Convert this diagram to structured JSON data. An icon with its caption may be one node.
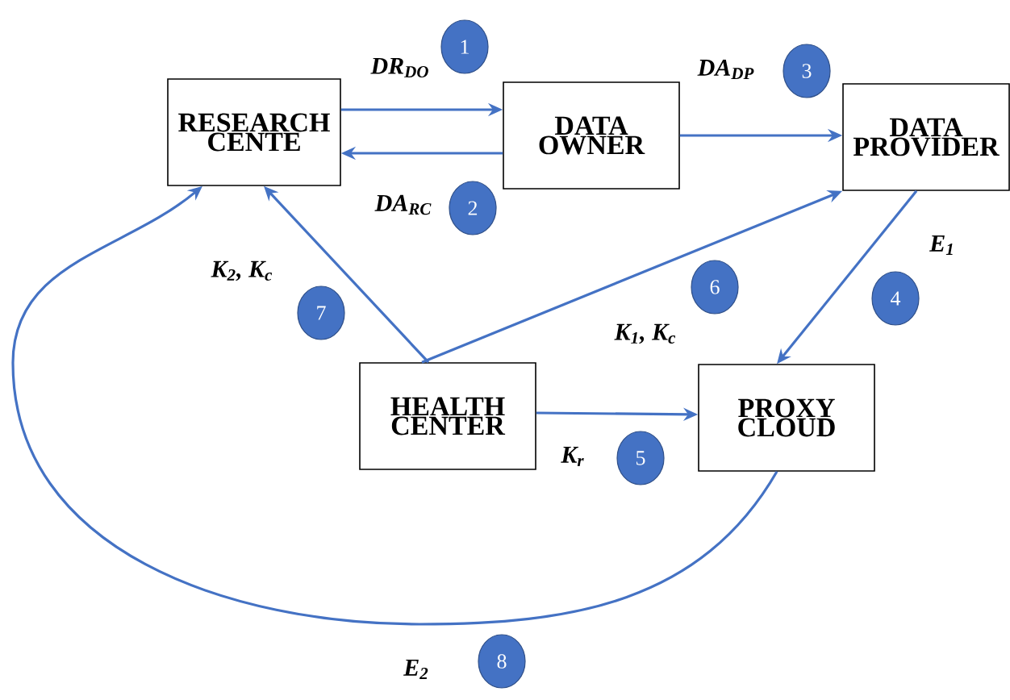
{
  "diagram": {
    "nodes": [
      {
        "text": [
          "RESEARCH CENTE"
        ]
      },
      {
        "text": [
          "DATA OWNER"
        ]
      },
      {
        "text": [
          "DATA PROVIDER"
        ]
      },
      {
        "text": [
          "HEALTH CENTER"
        ]
      },
      {
        "text": [
          "PROXY CLOUD"
        ]
      }
    ],
    "edges": [
      {
        "from": 0,
        "to": 1,
        "arrow": "to",
        "label": "DR$_{DO}$"
      },
      {
        "from": 1,
        "to": 0,
        "arrow": "to",
        "label": "DA$_{RC}$"
      },
      {
        "from": 1,
        "to": 2,
        "arrow": "to",
        "label": "DA$_{DP}$"
      },
      {
        "from": 2,
        "to": 4,
        "arrow": "to",
        "label": "E$_{1}$"
      },
      {
        "from": 3,
        "to": 4,
        "arrow": "to",
        "label": "K$_{r}$"
      },
      {
        "from": 3,
        "to": 2,
        "arrow": "to",
        "label": "K$_{1}$, K$_{c}$"
      },
      {
        "from": 3,
        "to": 0,
        "arrow": "to",
        "label": "K$_{2}$, K$_{c}$"
      },
      {
        "from": 4,
        "to": 0,
        "arrow": "to",
        "label": "E$_{2}$"
      }
    ],
    "labels": [
      "1",
      "2",
      "3",
      "4",
      "5",
      "6",
      "7",
      "8"
    ]
  }
}
